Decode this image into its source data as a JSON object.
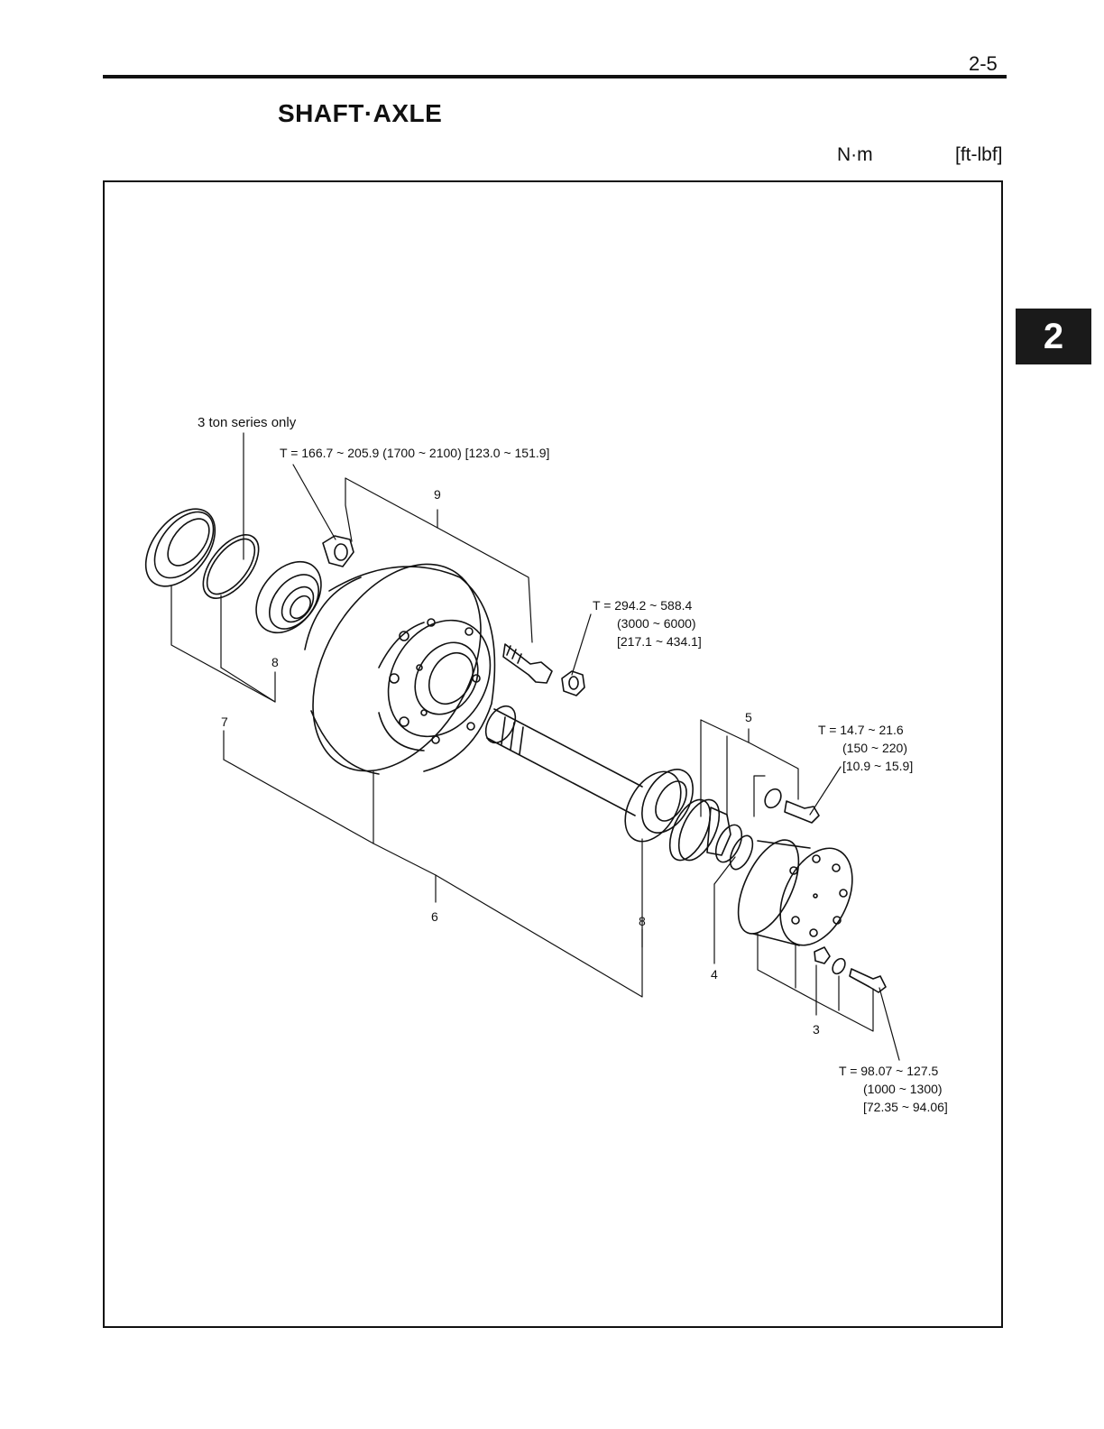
{
  "page_number": "2-5",
  "chapter_tab": "2",
  "section_title": "SHAFT·AXLE",
  "units": {
    "nm": "N·m",
    "ftlbf": "[ft-lbf]"
  },
  "diagram": {
    "note_3ton": "3 ton series only",
    "torque_9": "T = 166.7 ~ 205.9 (1700 ~ 2100) [123.0 ~ 151.9]",
    "torque_stud": {
      "line1": "T = 294.2 ~ 588.4",
      "line2": "(3000 ~ 6000)",
      "line3": "[217.1 ~ 434.1]"
    },
    "torque_5": {
      "line1": "T = 14.7 ~ 21.6",
      "line2": "(150 ~ 220)",
      "line3": "[10.9 ~ 15.9]"
    },
    "torque_3": {
      "line1": "T = 98.07 ~ 127.5",
      "line2": "(1000 ~ 1300)",
      "line3": "[72.35 ~ 94.06]"
    },
    "refs": {
      "r9": "9",
      "r8a": "8",
      "r7": "7",
      "r6": "6",
      "r8b": "8",
      "r5": "5",
      "r4": "4",
      "r3": "3"
    }
  }
}
